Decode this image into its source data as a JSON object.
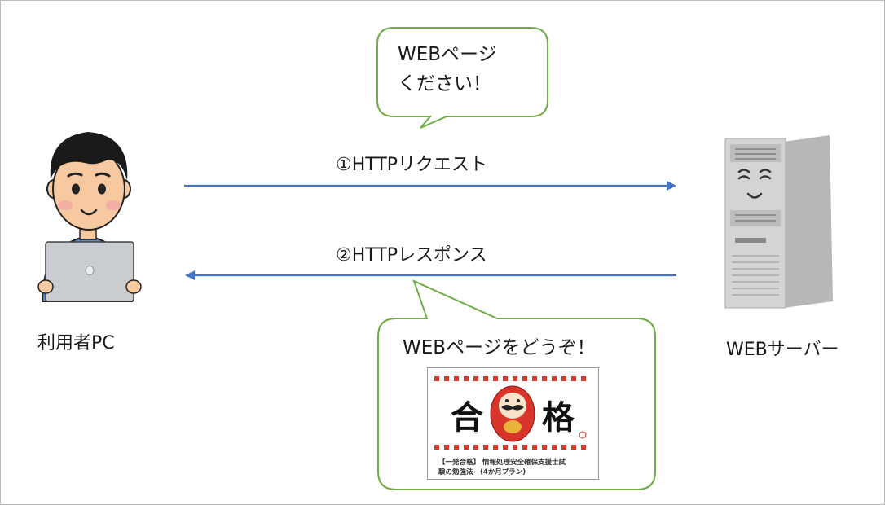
{
  "nodes": {
    "client": {
      "label": "利用者PC"
    },
    "server": {
      "label": "WEBサーバー"
    }
  },
  "arrows": {
    "request": {
      "label": "①HTTPリクエスト"
    },
    "response": {
      "label": "②HTTPレスポンス"
    }
  },
  "bubbles": {
    "request": {
      "line1": "WEBページ",
      "line2": "ください！"
    },
    "response": {
      "text": "WEBページをどうぞ！"
    }
  },
  "webpage": {
    "kanji_left": "合",
    "kanji_right": "格",
    "caption_line1": "【一発合格】 情報処理安全確保支援士試",
    "caption_line2": "験の勉強法　(4か月プラン)"
  },
  "colors": {
    "arrow": "#4472c4",
    "bubble_border": "#70ad47",
    "frame_border": "#bdbdbd"
  }
}
